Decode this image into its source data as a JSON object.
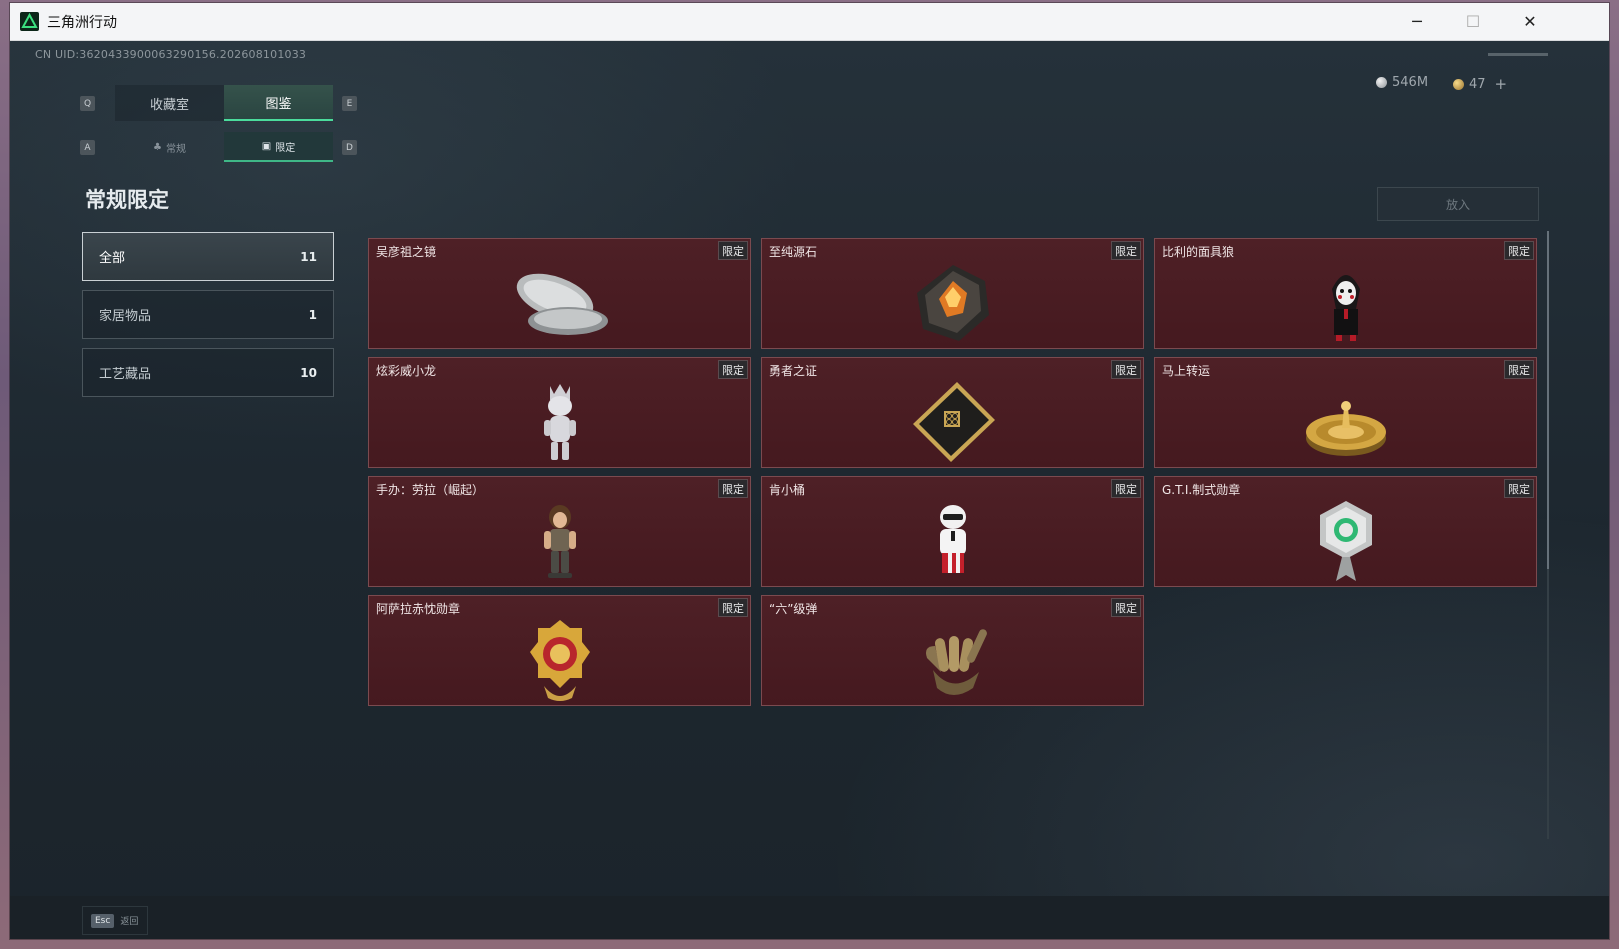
{
  "window": {
    "title": "三角洲行动",
    "minimize": "─",
    "maximize": "☐",
    "close": "✕"
  },
  "header": {
    "uid": "CN UID:3620433900063290156.202608101033",
    "currency": [
      {
        "icon": "silver-coin-icon",
        "value": "546M",
        "color": "#c9cfd3"
      },
      {
        "icon": "gold-coin-icon",
        "value": "47",
        "color": "#d9b25a"
      }
    ],
    "plus": "+"
  },
  "tabs": {
    "key_left": "Q",
    "key_right": "E",
    "items": [
      {
        "label": "收藏室"
      },
      {
        "label": "图鉴"
      }
    ],
    "active": 1
  },
  "subtabs": {
    "key_left": "A",
    "key_right": "D",
    "items": [
      {
        "label": "常规",
        "icon": "flame-icon"
      },
      {
        "label": "限定",
        "icon": "image-icon"
      }
    ],
    "active": 1
  },
  "section_title": "常规限定",
  "categories": [
    {
      "label": "全部",
      "count": "11"
    },
    {
      "label": "家居物品",
      "count": "1"
    },
    {
      "label": "工艺藏品",
      "count": "10"
    }
  ],
  "put_button": "放入",
  "items": [
    {
      "name": "吴彦祖之镜",
      "badge": "限定",
      "icon": "mirror-compact-icon"
    },
    {
      "name": "至纯源石",
      "badge": "限定",
      "icon": "crystal-stone-icon"
    },
    {
      "name": "比利的面具狼",
      "badge": "限定",
      "icon": "billy-puppet-icon"
    },
    {
      "name": "炫彩威小龙",
      "badge": "限定",
      "icon": "dragon-figure-icon"
    },
    {
      "name": "勇者之证",
      "badge": "限定",
      "icon": "card-plaque-icon"
    },
    {
      "name": "马上转运",
      "badge": "限定",
      "icon": "golden-wheel-icon"
    },
    {
      "name": "手办：劳拉（崛起）",
      "badge": "限定",
      "icon": "lara-figure-icon"
    },
    {
      "name": "肯小桶",
      "badge": "限定",
      "icon": "colonel-figure-icon"
    },
    {
      "name": "G.T.I.制式勋章",
      "badge": "限定",
      "icon": "gti-medal-icon"
    },
    {
      "name": "阿萨拉赤忱勋章",
      "badge": "限定",
      "icon": "gold-medal-icon"
    },
    {
      "name": "“六”级弹",
      "badge": "限定",
      "icon": "bullet-hand-icon"
    }
  ],
  "footer": {
    "esc_key": "Esc",
    "esc_label": "返回"
  }
}
